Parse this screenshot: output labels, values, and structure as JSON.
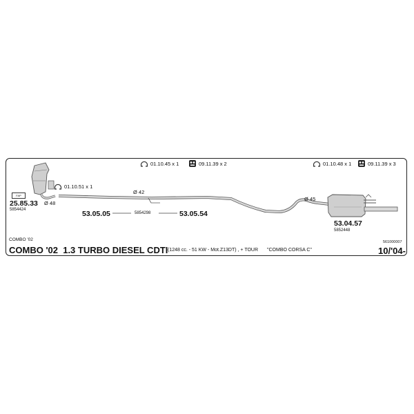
{
  "parts": {
    "catalyst": {
      "code": "25.85.33",
      "ref": "5854424",
      "badge": "FAP"
    },
    "front_pipe": {
      "code": "53.05.05"
    },
    "center_pipe": {
      "ref": "5854298",
      "code": "53.05.54"
    },
    "rear_silencer": {
      "code": "53.04.57",
      "ref": "5852448"
    }
  },
  "diameters": {
    "d1": "Ø 48",
    "d2": "Ø 42",
    "d3": "Ø 45"
  },
  "hardware": {
    "clamp_front": "01.10.51 x 1",
    "clamp_mid": "01.10.45 x 1",
    "mount_mid": "09.11.39 x 2",
    "clamp_rear": "01.10.48 x 1",
    "mount_rear": "09.11.39 x 3"
  },
  "footer": {
    "model_small": "COMBO '02",
    "diagram_no": "561000007",
    "title": "COMBO '02  1.3 TURBO DIESEL CDTI",
    "spec": "(1248 cc. - 51 KW - Mot.Z13DT) , + TOUR",
    "variant": "\"COMBO CORSA C\"",
    "date": "10/'04-"
  },
  "colors": {
    "border": "#222222",
    "pipe_fill": "#d9d9d9",
    "pipe_stroke": "#555555"
  }
}
